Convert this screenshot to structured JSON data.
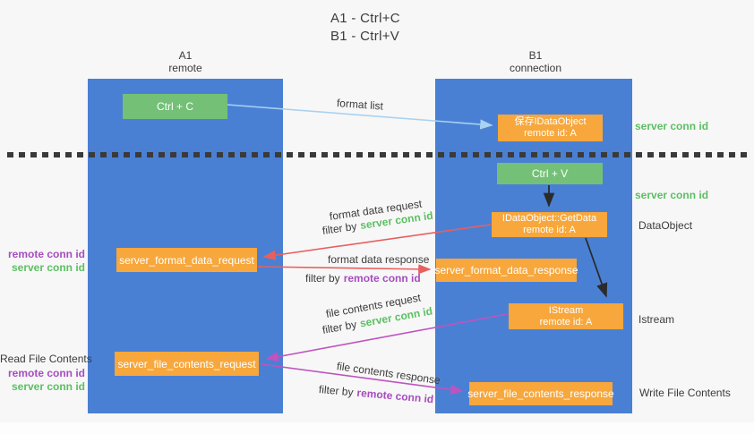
{
  "title": {
    "line1": "A1 - Ctrl+C",
    "line2": "B1 - Ctrl+V"
  },
  "columns": {
    "left": {
      "name": "A1",
      "role": "remote"
    },
    "right": {
      "name": "B1",
      "role": "connection"
    }
  },
  "nodes": {
    "ctrl_c": "Ctrl + C",
    "ctrl_v": "Ctrl + V",
    "save_dataobject": {
      "line1": "保存IDataObject",
      "line2": "remote id: A"
    },
    "getdata": {
      "line1": "IDataObject::GetData",
      "line2": "remote id: A"
    },
    "istream": {
      "line1": "IStream",
      "line2": "remote id: A"
    },
    "format_request": "server_format_data_request",
    "format_response": "server_format_data_response",
    "file_request": "server_file_contents_request",
    "file_response": "server_file_contents_response"
  },
  "edge_labels": {
    "format_list": "format list",
    "format_data_request": "format data request",
    "format_data_response": "format data response",
    "file_contents_request": "file contents request",
    "file_contents_response": "file contents response",
    "filter_prefix": "filter by",
    "server_conn_id": "server conn id",
    "remote_conn_id": "remote conn id"
  },
  "side_labels": {
    "right_server_conn_id_top": "server conn id",
    "right_server_conn_id_mid": "server conn id",
    "dataobject": "DataObject",
    "istream": "Istream",
    "write_file_contents": "Write File Contents",
    "left_remote_conn_id_format": "remote conn id",
    "left_server_conn_id_format": "server conn id",
    "read_file_contents": "Read File Contents",
    "left_remote_conn_id_file": "remote conn id",
    "left_server_conn_id_file": "server conn id"
  },
  "colors": {
    "background": "#f7f7f7",
    "column_blue": "#4a80d4",
    "node_green": "#74c077",
    "node_orange": "#f7a73c",
    "arrow_light_blue": "#a8d2f0",
    "arrow_red": "#e85f5f",
    "arrow_magenta": "#bf53bf",
    "arrow_black": "#2b2b2b",
    "id_green": "#5cbf63",
    "id_purple": "#a64dbf",
    "text_dark": "#3b3b3b"
  }
}
